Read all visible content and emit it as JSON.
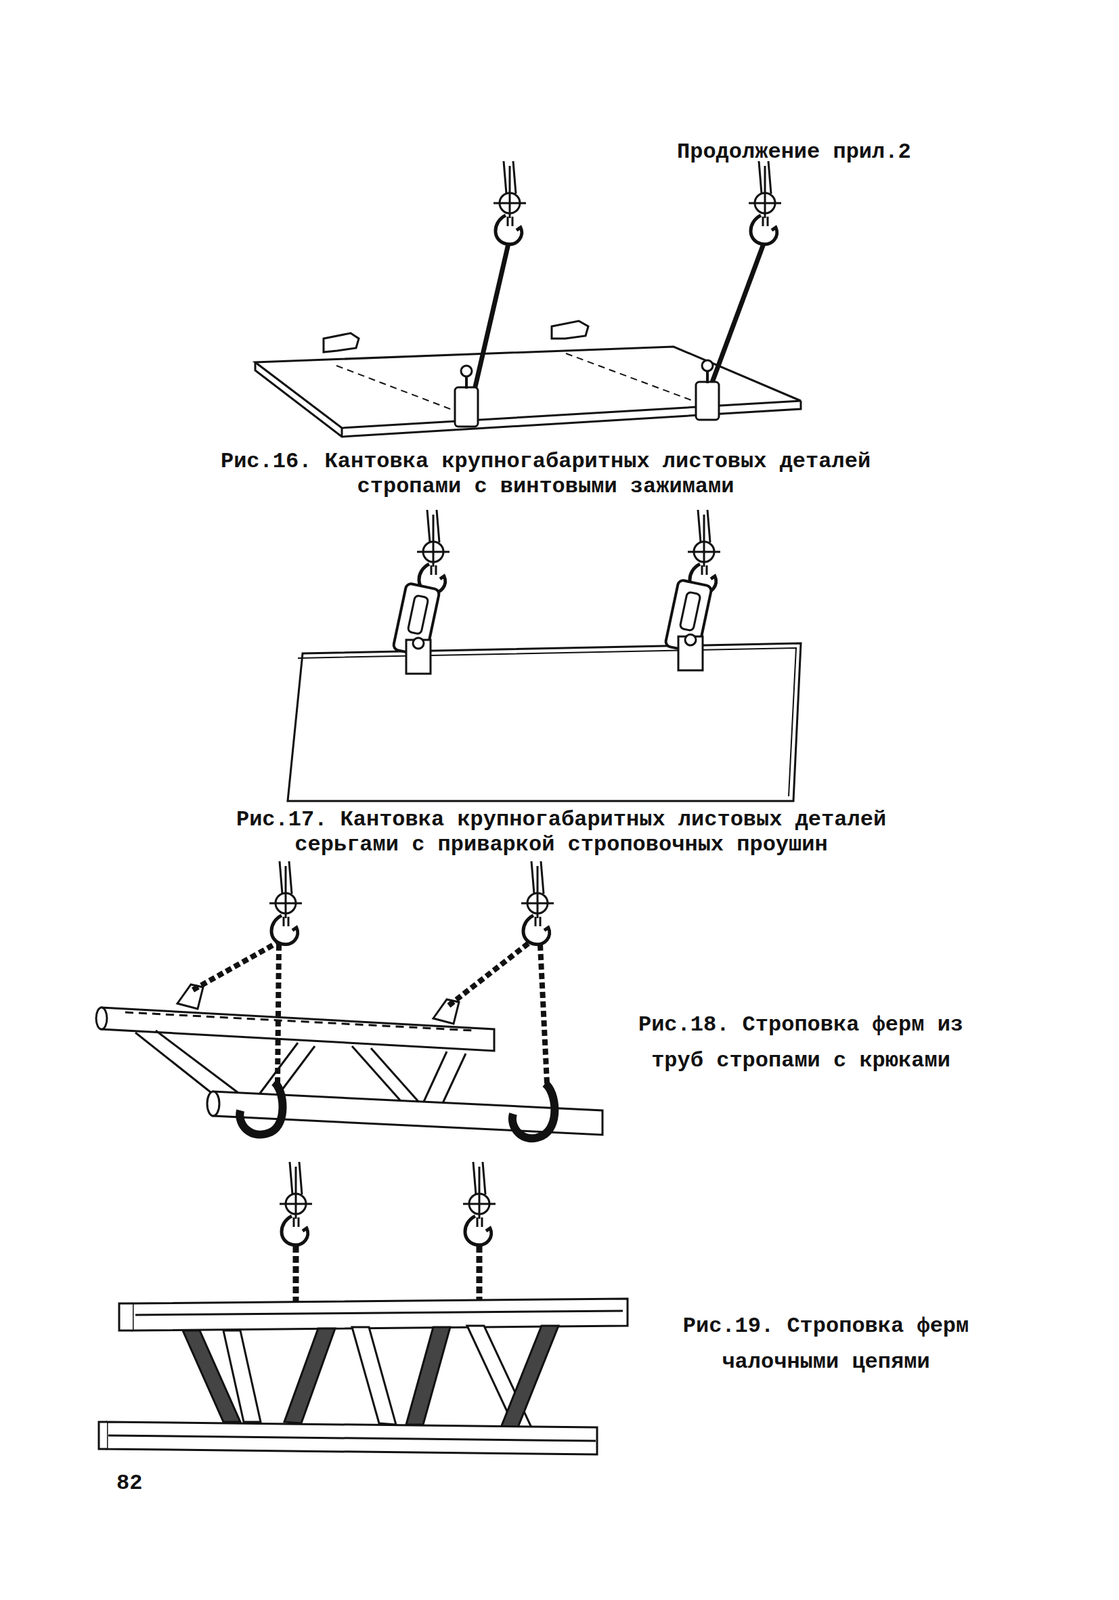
{
  "diagram": {
    "labels": [
      "Продолжение прил.2",
      "Рис.16. Кантовка крупногабаритных листовых деталей стропами с винтовыми зажимами",
      "Рис.17. Кантовка крупногабаритных листовых деталей серьгами с приваркой строповочных проушин",
      "Рис.18. Строповка ферм из труб стропами с крюками",
      "Рис.19. Строповка ферм чалочными цепями",
      "82"
    ]
  }
}
